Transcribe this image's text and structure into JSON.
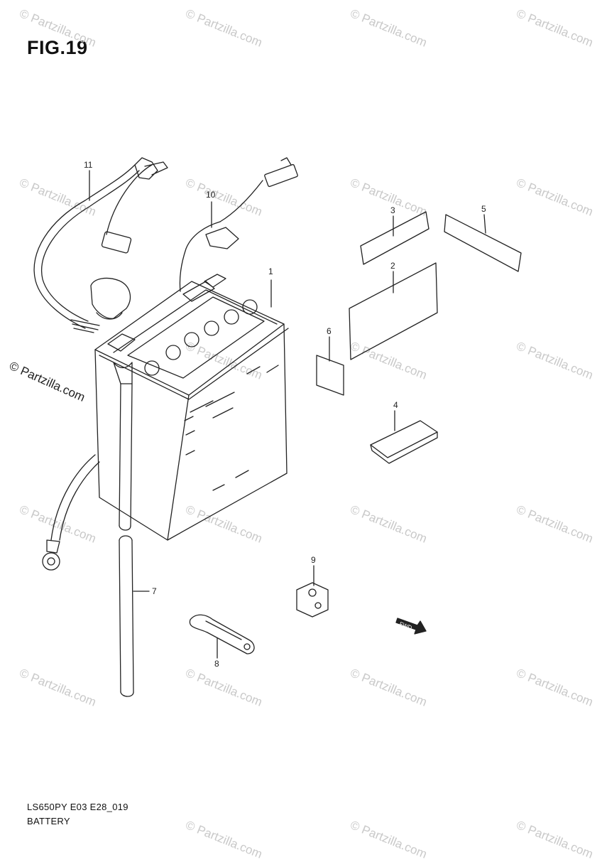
{
  "figure": {
    "title": "FIG.19"
  },
  "watermark": {
    "text": "© Partzilla.com",
    "side_text": "© Partzilla.com"
  },
  "callouts": [
    "1",
    "2",
    "3",
    "4",
    "5",
    "6",
    "7",
    "8",
    "9",
    "10",
    "11"
  ],
  "parts": [
    {
      "no": "1",
      "icon": "battery-icon"
    },
    {
      "no": "2",
      "icon": "label-plate-icon"
    },
    {
      "no": "3",
      "icon": "label-strip-icon"
    },
    {
      "no": "4",
      "icon": "pad-icon"
    },
    {
      "no": "5",
      "icon": "label-strip-icon"
    },
    {
      "no": "6",
      "icon": "small-label-icon"
    },
    {
      "no": "7",
      "icon": "breather-hose-icon"
    },
    {
      "no": "8",
      "icon": "bracket-icon"
    },
    {
      "no": "9",
      "icon": "clamp-icon"
    },
    {
      "no": "10",
      "icon": "lead-wire-icon"
    },
    {
      "no": "11",
      "icon": "cable-icon"
    }
  ],
  "fwd_marker": {
    "text": "FWD",
    "icon": "arrow-icon"
  },
  "footer": {
    "code": "LS650PY E03 E28_019",
    "caption": "BATTERY"
  },
  "colors": {
    "line": "#222222",
    "watermark": "#c9c9c9",
    "background": "#ffffff"
  }
}
